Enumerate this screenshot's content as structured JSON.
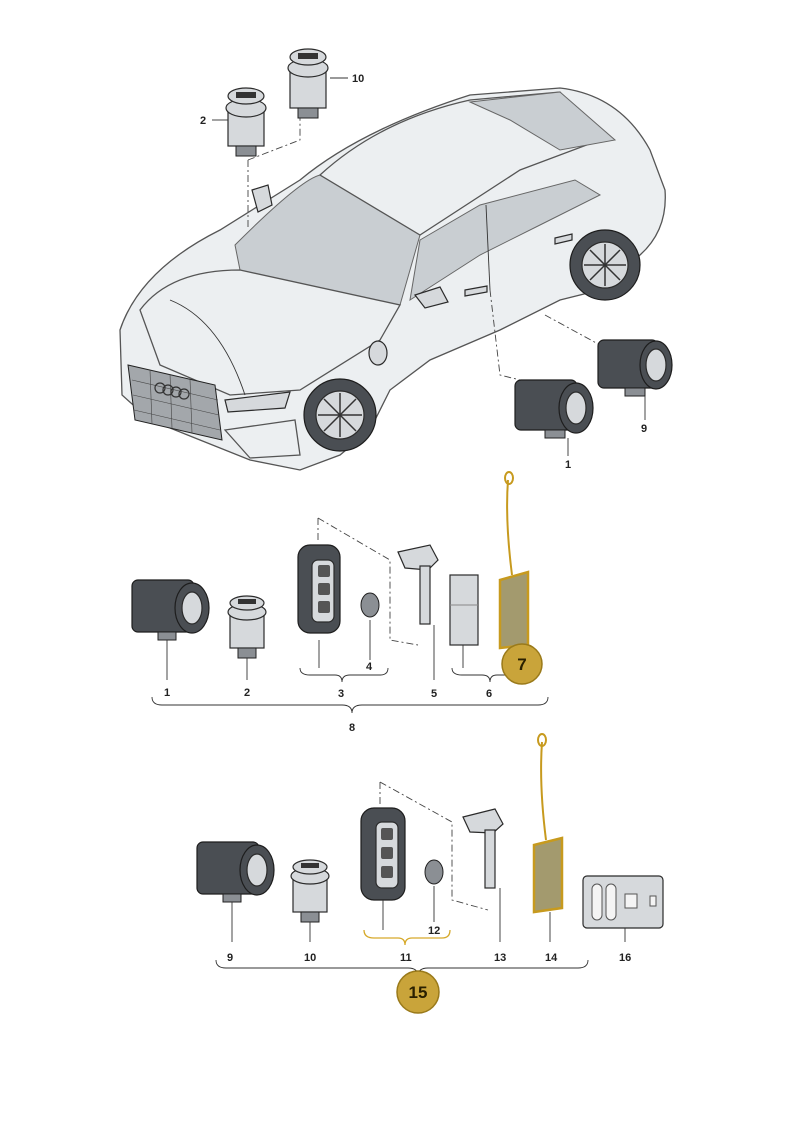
{
  "labels": {
    "car_2": "2",
    "car_10": "10",
    "car_9": "9",
    "car_1": "1",
    "mid_1": "1",
    "mid_2": "2",
    "mid_3": "3",
    "mid_4": "4",
    "mid_5": "5",
    "mid_6": "6",
    "mid_8": "8",
    "bot_9": "9",
    "bot_10": "10",
    "bot_11": "11",
    "bot_12": "12",
    "bot_13": "13",
    "bot_14": "14",
    "bot_16": "16"
  },
  "callouts": {
    "mid_7": "7",
    "bot_15": "15"
  },
  "colors": {
    "highlight_fill": "#c9a43a",
    "highlight_stroke": "#9a7a1a",
    "highlight_line": "#d6a92a"
  }
}
